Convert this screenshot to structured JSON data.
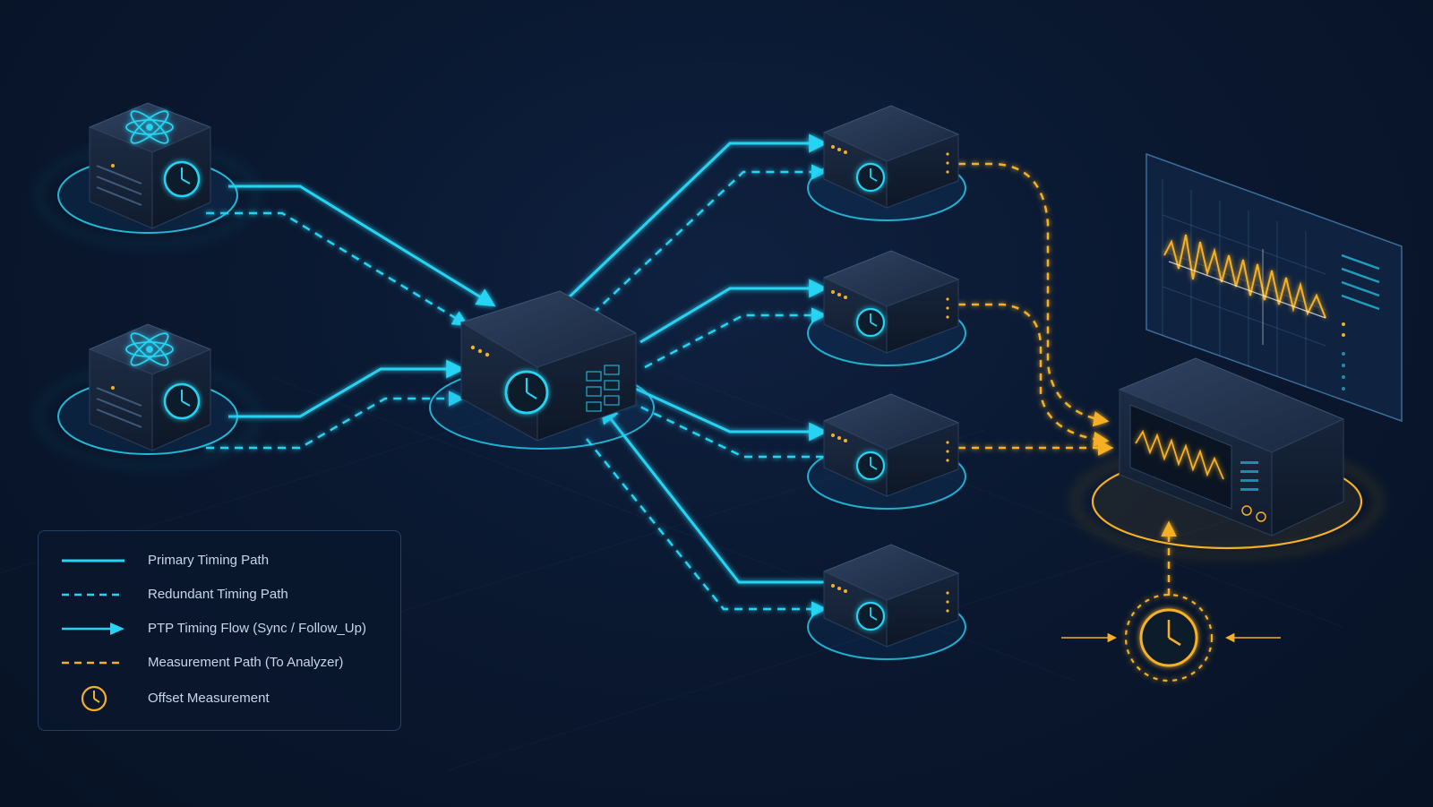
{
  "legend": {
    "items": [
      {
        "label": "Primary Timing Path",
        "style": "solid",
        "color": "#27d3f2"
      },
      {
        "label": "Redundant Timing Path",
        "style": "dashed",
        "color": "#27d3f2"
      },
      {
        "label": "PTP Timing Flow (Sync / Follow_Up)",
        "style": "arrow",
        "color": "#27d3f2"
      },
      {
        "label": "Measurement Path (To Analyzer)",
        "style": "dashed",
        "color": "#f5b025"
      },
      {
        "label": "Offset Measurement",
        "style": "clock-icon",
        "color": "#f5b025"
      }
    ]
  },
  "colors": {
    "timing": "#27d3f2",
    "measurement": "#f5b025",
    "device_body": "#1c2a40",
    "background": "#0a1830"
  },
  "nodes": [
    {
      "id": "grandmaster-1",
      "icon": "atom-icon"
    },
    {
      "id": "grandmaster-2",
      "icon": "atom-icon"
    },
    {
      "id": "boundary-clock",
      "icon": "clock-icon"
    },
    {
      "id": "slave-1",
      "icon": "clock-icon"
    },
    {
      "id": "slave-2",
      "icon": "clock-icon"
    },
    {
      "id": "slave-3",
      "icon": "clock-icon"
    },
    {
      "id": "slave-4",
      "icon": "clock-icon"
    },
    {
      "id": "analyzer",
      "icon": "waveform-icon"
    },
    {
      "id": "offset-clock",
      "icon": "clock-icon"
    }
  ]
}
